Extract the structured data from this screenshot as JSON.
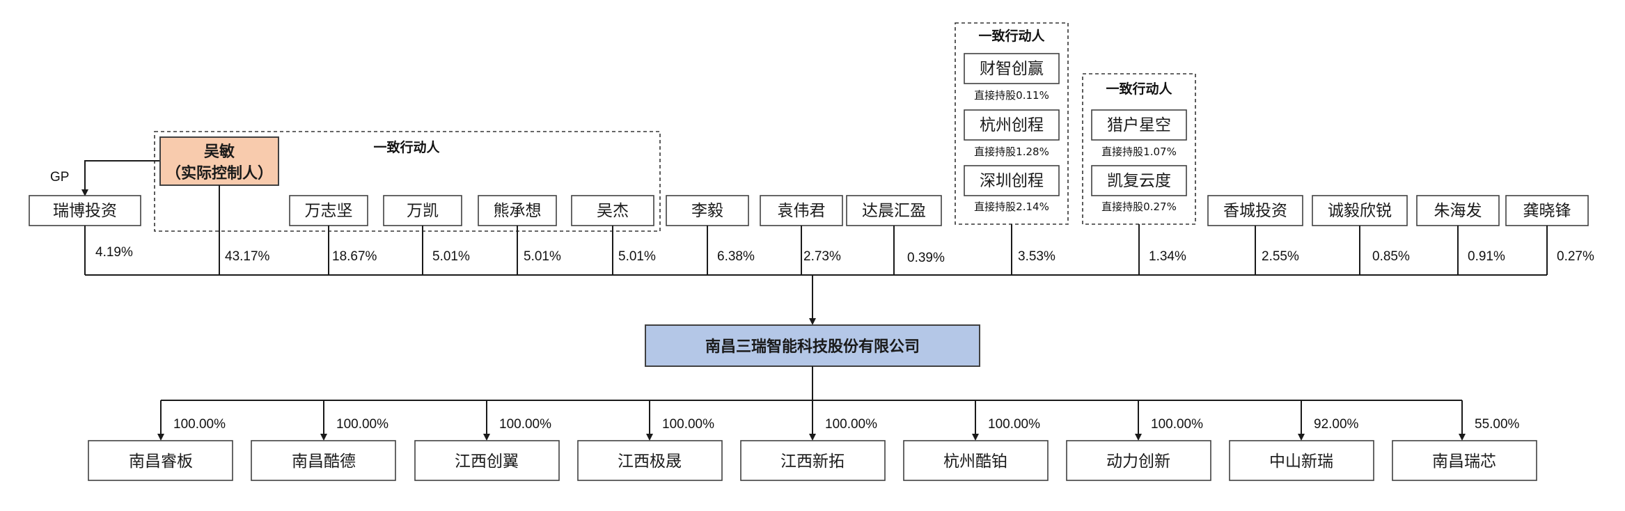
{
  "gp_label": "GP",
  "acting_in_concert_label": "一致行动人",
  "controller": {
    "name": "吴敏",
    "role": "（实际控制人）",
    "pct": "43.17%"
  },
  "shareholders": [
    {
      "name": "瑞博投资",
      "pct": "4.19%"
    },
    {
      "name": "万志坚",
      "pct": "18.67%"
    },
    {
      "name": "万凯",
      "pct": "5.01%"
    },
    {
      "name": "熊承想",
      "pct": "5.01%"
    },
    {
      "name": "吴杰",
      "pct": "5.01%"
    },
    {
      "name": "李毅",
      "pct": "6.38%"
    },
    {
      "name": "袁伟君",
      "pct": "2.73%"
    },
    {
      "name": "达晨汇盈",
      "pct": "0.39%"
    },
    {
      "name": "香城投资",
      "pct": "2.55%"
    },
    {
      "name": "诚毅欣锐",
      "pct": "0.85%"
    },
    {
      "name": "朱海发",
      "pct": "0.91%"
    },
    {
      "name": "龚晓锋",
      "pct": "0.27%"
    }
  ],
  "group_a": {
    "label": "一致行动人",
    "pct": "3.53%",
    "members": [
      {
        "name": "财智创赢",
        "note": "直接持股0.11%"
      },
      {
        "name": "杭州创程",
        "note": "直接持股1.28%"
      },
      {
        "name": "深圳创程",
        "note": "直接持股2.14%"
      }
    ]
  },
  "group_b": {
    "label": "一致行动人",
    "pct": "1.34%",
    "members": [
      {
        "name": "猎户星空",
        "note": "直接持股1.07%"
      },
      {
        "name": "凯复云度",
        "note": "直接持股0.27%"
      }
    ]
  },
  "company": {
    "name": "南昌三瑞智能科技股份有限公司"
  },
  "subsidiaries": [
    {
      "name": "南昌睿板",
      "pct": "100.00%"
    },
    {
      "name": "南昌酷德",
      "pct": "100.00%"
    },
    {
      "name": "江西创翼",
      "pct": "100.00%"
    },
    {
      "name": "江西极晟",
      "pct": "100.00%"
    },
    {
      "name": "江西新拓",
      "pct": "100.00%"
    },
    {
      "name": "杭州酷铂",
      "pct": "100.00%"
    },
    {
      "name": "动力创新",
      "pct": "100.00%"
    },
    {
      "name": "中山新瑞",
      "pct": "92.00%"
    },
    {
      "name": "南昌瑞芯",
      "pct": "55.00%"
    }
  ]
}
